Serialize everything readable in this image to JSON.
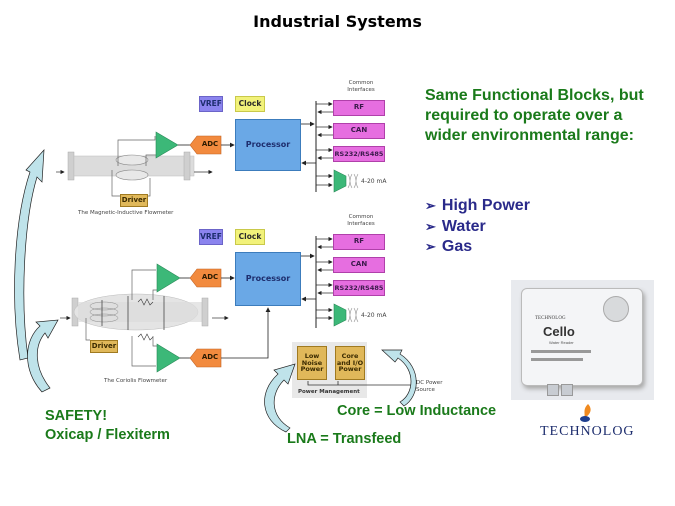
{
  "title": "Industrial Systems",
  "diagram_top": {
    "caption": "The Magnetic-Inductive Flowmeter",
    "vref": "VREF",
    "clock": "Clock",
    "adc": "ADC",
    "processor": "Processor",
    "driver": "Driver",
    "interfaces_header": "Common Interfaces",
    "interfaces": [
      "RF",
      "CAN",
      "RS232/RS485"
    ],
    "current_loop": "4-20 mA"
  },
  "diagram_bottom": {
    "caption": "The Coriolis Flowmeter",
    "vref": "VREF",
    "clock": "Clock",
    "adc_top": "ADC",
    "adc_bottom": "ADC",
    "processor": "Processor",
    "driver": "Driver",
    "interfaces_header": "Common Interfaces",
    "interfaces": [
      "RF",
      "CAN",
      "RS232/RS485"
    ],
    "current_loop": "4-20 mA"
  },
  "power": {
    "low_noise": "Low Noise Power",
    "core_io": "Core and I/O Power",
    "label": "Power Management",
    "dc_source": "DC Power Source"
  },
  "main_text": "Same Functional Blocks, but required to operate over a wider environmental range:",
  "bullets": [
    "High Power",
    "Water",
    "Gas"
  ],
  "callouts": {
    "safety": "SAFETY!",
    "oxicap": "Oxicap / Flexiterm",
    "core": "Core = Low Inductance",
    "lna": "LNA = Transfeed"
  },
  "device": {
    "brand": "TECHNOLOG",
    "product": "Cello",
    "subtitle": "Water Reader"
  },
  "logo": "TECHNOLOG",
  "colors": {
    "green_text": "#1a7a1a",
    "blue_text": "#2a2a8a",
    "processor": "#6aa8e6",
    "interface": "#e66ee0",
    "adc": "#f28a3e",
    "amp": "#3cb878",
    "vref": "#8b84ee",
    "clock": "#f2f27a",
    "driver": "#e0b85a",
    "arrow_fill": "#bfe3ea"
  }
}
